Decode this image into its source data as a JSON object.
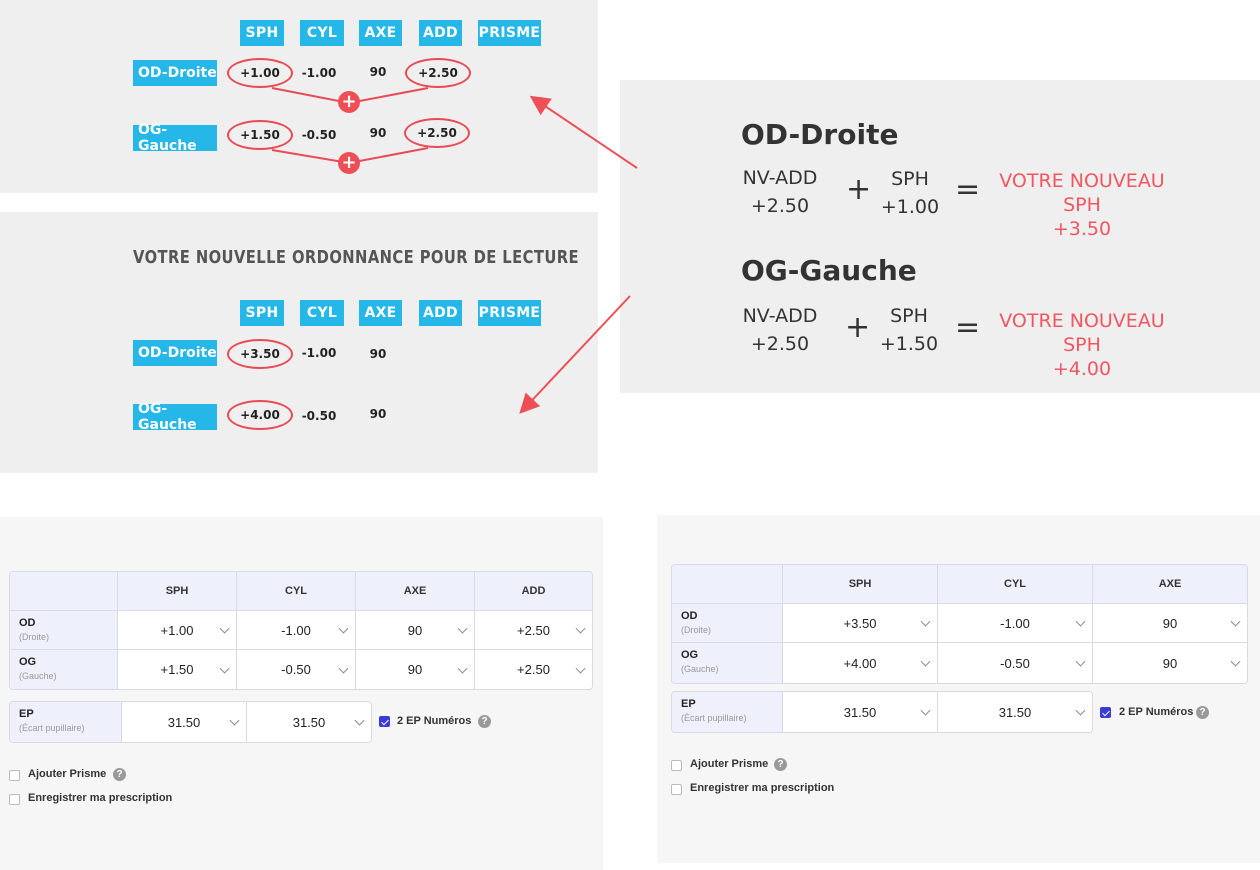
{
  "headers": [
    "SPH",
    "CYL",
    "AXE",
    "ADD",
    "PRISME"
  ],
  "current": {
    "od_label": "OD-Droite",
    "og_label": "OG-Gauche",
    "od": {
      "sph": "+1.00",
      "cyl": "-1.00",
      "axe": "90",
      "add": "+2.50"
    },
    "og": {
      "sph": "+1.50",
      "cyl": "-0.50",
      "axe": "90",
      "add": "+2.50"
    },
    "plus_symbol": "+"
  },
  "reading": {
    "title": "VOTRE NOUVELLE ORDONNANCE POUR DE LECTURE",
    "od_label": "OD-Droite",
    "og_label": "OG-Gauche",
    "od": {
      "sph": "+3.50",
      "cyl": "-1.00",
      "axe": "90"
    },
    "og": {
      "sph": "+4.00",
      "cyl": "-0.50",
      "axe": "90"
    }
  },
  "equations": [
    {
      "title": "OD-Droite",
      "term1_label": "NV-ADD",
      "term1_value": "+2.50",
      "op": "+",
      "term2_label": "SPH",
      "term2_value": "+1.00",
      "eq": "=",
      "result_label": "VOTRE NOUVEAU SPH",
      "result_value": "+3.50"
    },
    {
      "title": "OG-Gauche",
      "term1_label": "NV-ADD",
      "term1_value": "+2.50",
      "op": "+",
      "term2_label": "SPH",
      "term2_value": "+1.50",
      "eq": "=",
      "result_label": "VOTRE NOUVEAU SPH",
      "result_value": "+4.00"
    }
  ],
  "form_left": {
    "columns": [
      "SPH",
      "CYL",
      "AXE",
      "ADD"
    ],
    "rows": [
      {
        "label": "OD",
        "sub": "(Droite)",
        "values": [
          "+1.00",
          "-1.00",
          "90",
          "+2.50"
        ]
      },
      {
        "label": "OG",
        "sub": "(Gauche)",
        "values": [
          "+1.50",
          "-0.50",
          "90",
          "+2.50"
        ]
      }
    ],
    "ep": {
      "label": "EP",
      "sub": "(Écart pupillaire)",
      "values": [
        "31.50",
        "31.50"
      ]
    },
    "two_ep_label": "2 EP Numéros",
    "two_ep_checked": true,
    "add_prism_label": "Ajouter Prisme",
    "save_label": "Enregistrer ma prescription"
  },
  "form_right": {
    "columns": [
      "SPH",
      "CYL",
      "AXE"
    ],
    "rows": [
      {
        "label": "OD",
        "sub": "(Droite)",
        "values": [
          "+3.50",
          "-1.00",
          "90"
        ]
      },
      {
        "label": "OG",
        "sub": "(Gauche)",
        "values": [
          "+4.00",
          "-0.50",
          "90"
        ]
      }
    ],
    "ep": {
      "label": "EP",
      "sub": "(Écart pupillaire)",
      "values": [
        "31.50",
        "31.50"
      ]
    },
    "two_ep_label": "2 EP Numéros",
    "two_ep_checked": true,
    "add_prism_label": "Ajouter Prisme",
    "save_label": "Enregistrer ma prescription"
  },
  "colors": {
    "header_blue": "#25b7e8",
    "accent_red": "#ee4f57",
    "checkbox_blue": "#3b3bd6"
  }
}
